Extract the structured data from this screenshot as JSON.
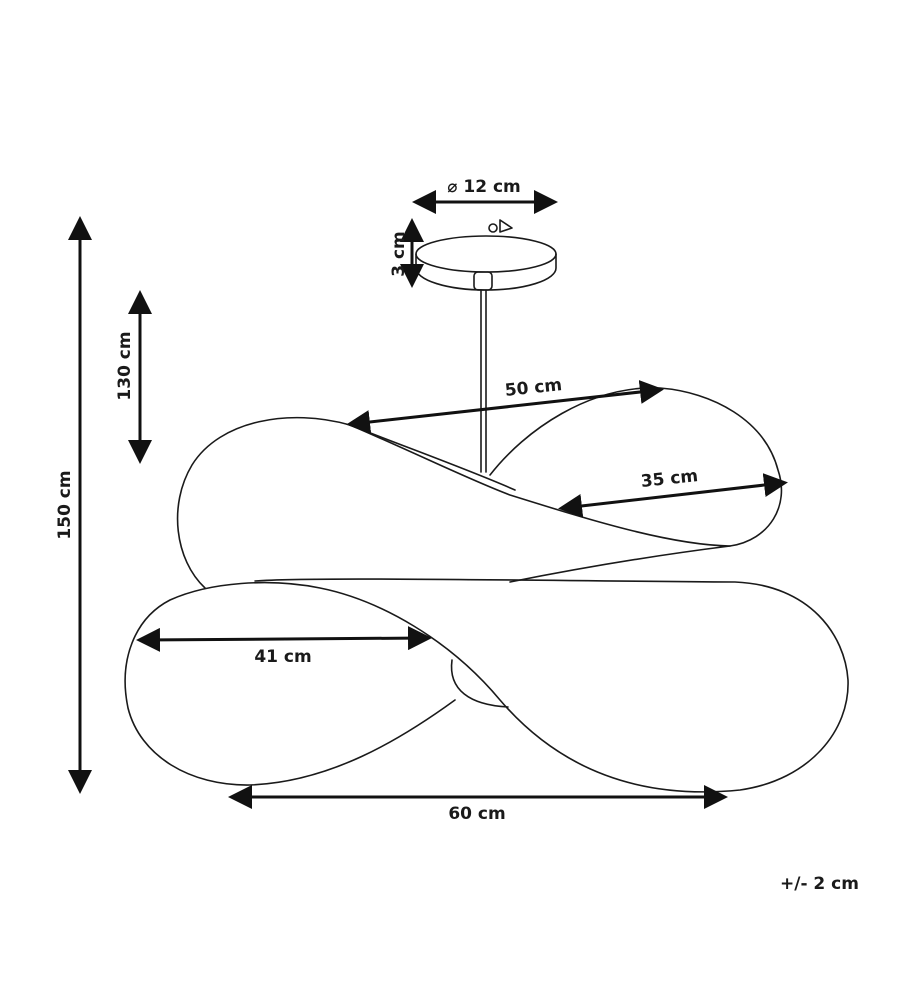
{
  "dimensions": {
    "canopy_diameter": "⌀ 12 cm",
    "canopy_height": "3 cm",
    "cable_length": "130 cm",
    "total_height": "150 cm",
    "upper_shade_length": "50 cm",
    "upper_shade_depth": "35 cm",
    "lower_shade_depth": "41 cm",
    "overall_width": "60 cm"
  },
  "tolerance": "+/- 2 cm",
  "colors": {
    "line": "#1a1a1a",
    "background": "#ffffff"
  }
}
